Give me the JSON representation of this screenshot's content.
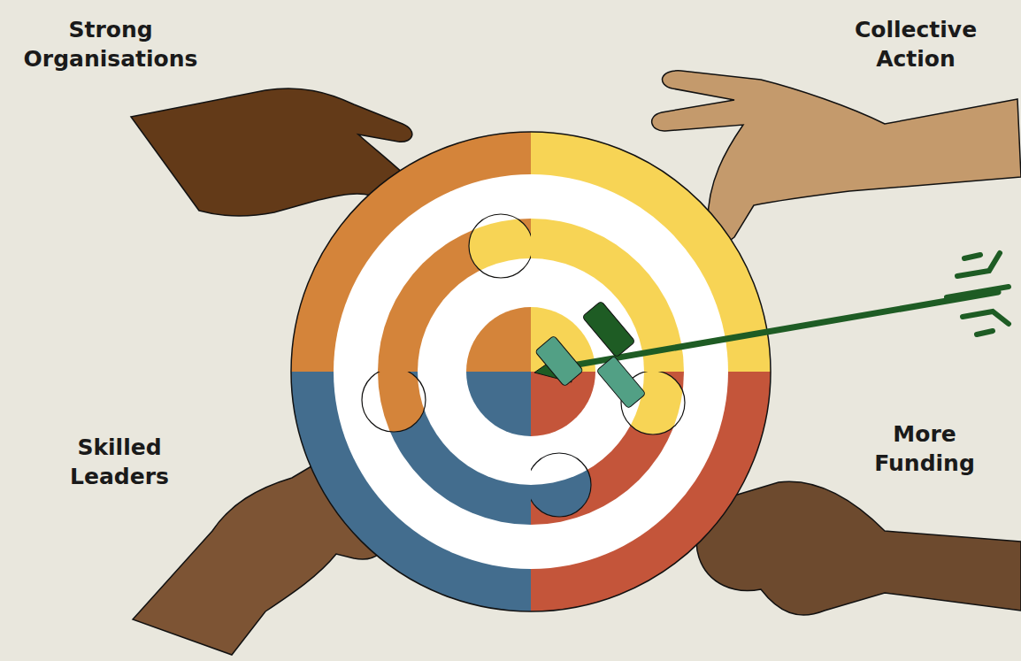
{
  "diagram": {
    "labels": [
      "Strong Organisations",
      "Collective Action",
      "Skilled Leaders",
      "More Funding"
    ]
  }
}
